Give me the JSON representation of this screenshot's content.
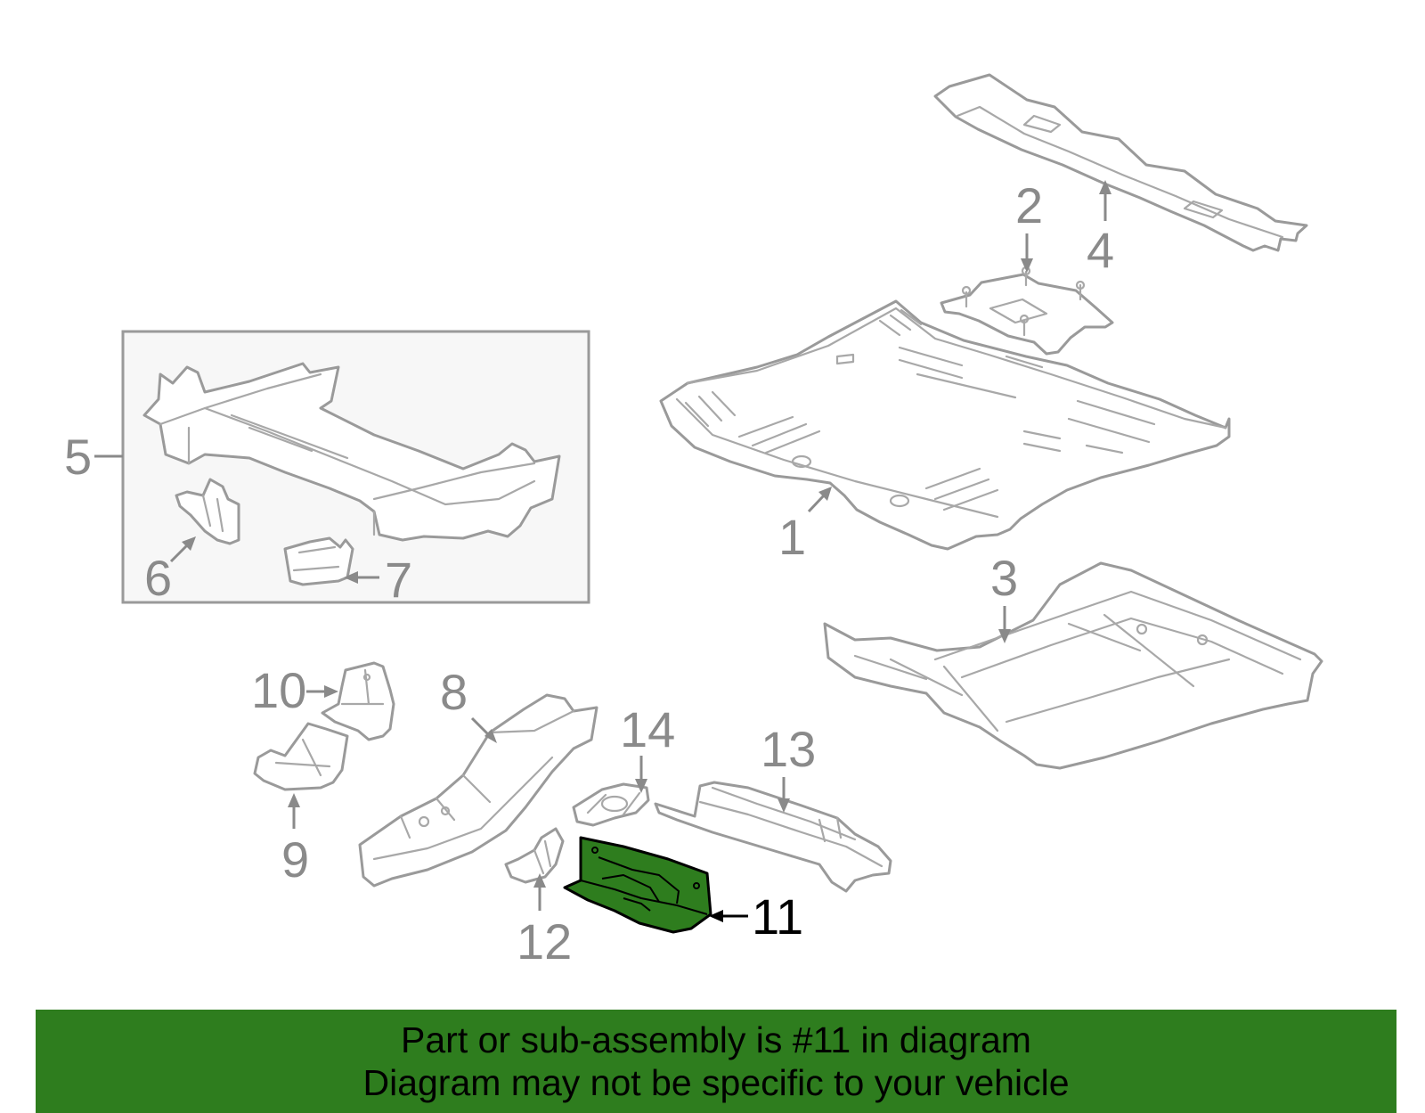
{
  "callouts": {
    "c1": "1",
    "c2": "2",
    "c3": "3",
    "c4": "4",
    "c5": "5",
    "c6": "6",
    "c7": "7",
    "c8": "8",
    "c9": "9",
    "c10": "10",
    "c11": "11",
    "c12": "12",
    "c13": "13",
    "c14": "14"
  },
  "highlighted_part": "11",
  "colors": {
    "highlight": "#2e7d1e",
    "outline": "#9a9a9a",
    "callout_text": "#8a8a8a",
    "subassembly_box_fill": "#f7f7f7"
  },
  "banner": {
    "line1": "Part or sub-assembly is #11 in diagram",
    "line2": "Diagram may not be specific to your vehicle"
  }
}
